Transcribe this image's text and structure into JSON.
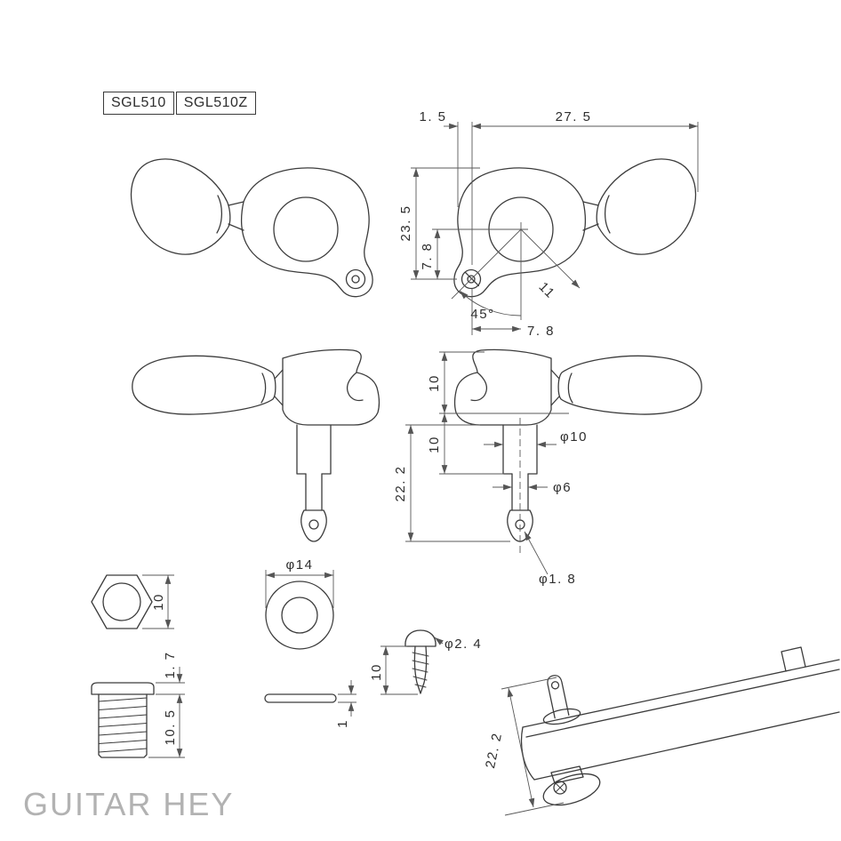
{
  "page": {
    "watermark": "GUITAR HEY"
  },
  "models": {
    "primary": "SGL510",
    "variant": "SGL510Z"
  },
  "dims": {
    "front": {
      "post_offset": "1. 5",
      "overall_width": "27. 5",
      "overall_height": "23. 5",
      "center_drop": "7. 8",
      "screw_angle": "45°",
      "diagonal": "11",
      "center_offset": "7. 8"
    },
    "side": {
      "upper": "10",
      "lower": "10",
      "post_length": "22. 2",
      "post_dia": "φ10",
      "shaft_dia": "φ6",
      "hole_dia": "φ1. 8"
    },
    "nut": {
      "across_flats": "10"
    },
    "bushing": {
      "flange": "1. 7",
      "thread_length": "10. 5"
    },
    "washer": {
      "dia": "φ14",
      "thickness": "1"
    },
    "screw": {
      "dia": "φ2. 4",
      "length": "10"
    },
    "install": {
      "depth": "22. 2"
    }
  }
}
